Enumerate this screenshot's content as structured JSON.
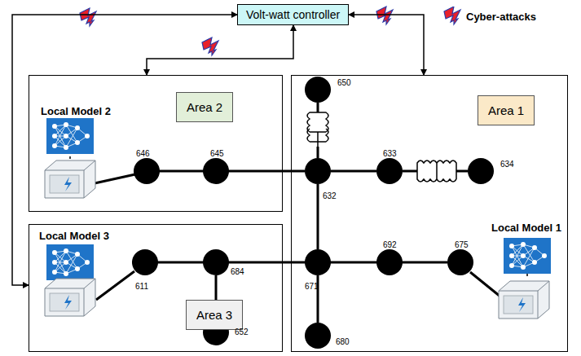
{
  "diagram": {
    "nodes": [
      {
        "text": [
          "Volt-watt controller"
        ]
      },
      {
        "text": [
          "Area 2"
        ]
      },
      {
        "text": [
          "Area 1"
        ]
      },
      {
        "text": [
          "Area 3"
        ]
      }
    ],
    "edges": [
      {
        "from": 0,
        "to": 2,
        "arrow": "both"
      },
      {
        "from": 0,
        "to": 1,
        "arrow": "both"
      },
      {
        "from": 0,
        "to": 3,
        "arrow": "both"
      }
    ],
    "labels": [
      "Local Model 2",
      "646",
      "645",
      "650",
      "633",
      "634",
      "632",
      "Local Model 1",
      "692",
      "675",
      "Local Model 3",
      "611",
      "684",
      "671",
      "652",
      "680"
    ],
    "legend": [
      {
        "text": "Cyber-attacks"
      }
    ]
  }
}
